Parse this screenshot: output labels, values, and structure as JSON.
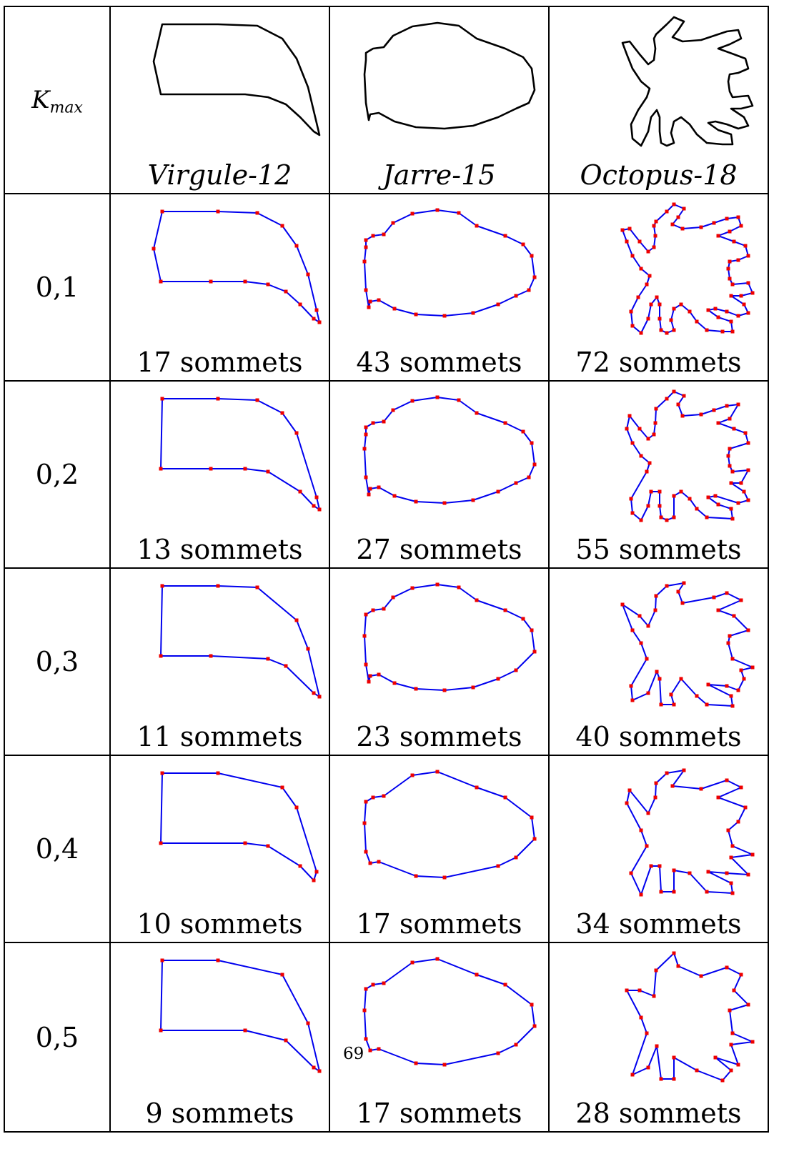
{
  "header": {
    "k_label": "K",
    "k_sub": "max",
    "shapes": [
      "Virgule-12",
      "Jarre-15",
      "Octopus-18"
    ]
  },
  "rows": [
    {
      "k": "0,1",
      "counts": [
        "17 sommets",
        "43 sommets",
        "72 sommets"
      ]
    },
    {
      "k": "0,2",
      "counts": [
        "13 sommets",
        "27 sommets",
        "55 sommets"
      ]
    },
    {
      "k": "0,3",
      "counts": [
        "11 sommets",
        "23 sommets",
        "40 sommets"
      ]
    },
    {
      "k": "0,4",
      "counts": [
        "10 sommets",
        "17 sommets",
        "34 sommets"
      ]
    },
    {
      "k": "0,5",
      "counts": [
        "9 sommets",
        "17 sommets",
        "28 sommets"
      ]
    }
  ],
  "page_number": "69",
  "colors": {
    "original": "#000000",
    "polygon": "#0000ee",
    "vertex": "#ee0000"
  }
}
